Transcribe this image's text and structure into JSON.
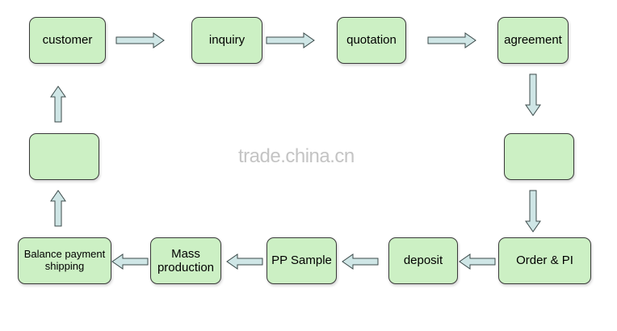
{
  "nodes": {
    "customer": "customer",
    "inquiry": "inquiry",
    "quotation": "quotation",
    "agreement": "agreement",
    "order_pi": "Order & PI",
    "deposit": "deposit",
    "pp_sample": "PP Sample",
    "mass_production": "Mass production",
    "balance_payment_shipping": "Balance payment shipping",
    "left_middle_blank": "",
    "right_middle_blank": ""
  },
  "watermark": "trade.china.cn",
  "colors": {
    "box_fill": "#ccf0c4",
    "box_border": "#3a3a3a",
    "arrow_fill": "#cfe6e6",
    "arrow_stroke": "#3b4a4a"
  }
}
